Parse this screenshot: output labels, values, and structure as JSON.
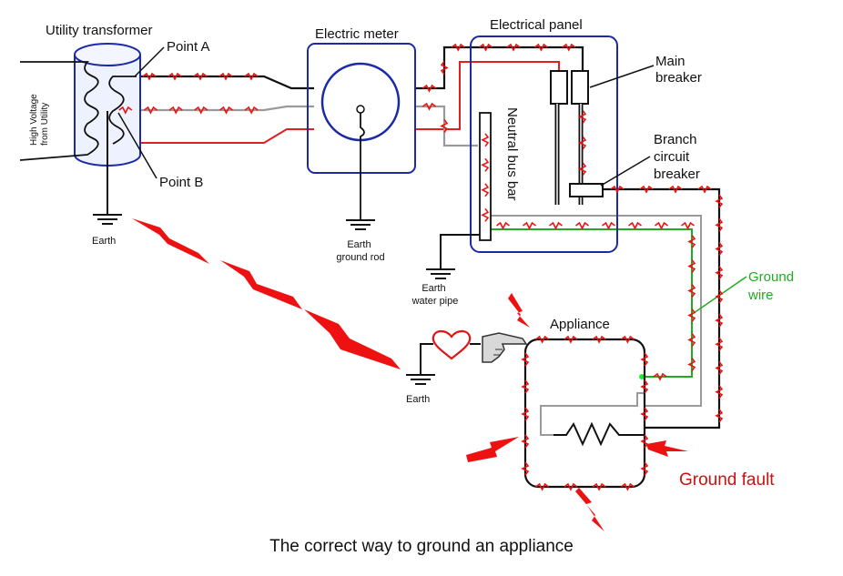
{
  "labels": {
    "utility_transformer": "Utility transformer",
    "point_a": "Point A",
    "point_b": "Point B",
    "high_voltage_line1": "High Voltage",
    "high_voltage_line2": "from Utility",
    "electric_meter": "Electric meter",
    "electrical_panel": "Electrical panel",
    "main_breaker_line1": "Main",
    "main_breaker_line2": "breaker",
    "branch_breaker_line1": "Branch",
    "branch_breaker_line2": "circuit",
    "branch_breaker_line3": "breaker",
    "neutral_bus_bar": "Neutral bus bar",
    "earth_transformer": "Earth",
    "earth_meter_line1": "Earth",
    "earth_meter_line2": "ground rod",
    "earth_water_line1": "Earth",
    "earth_water_line2": "water pipe",
    "ground_wire_line1": "Ground",
    "ground_wire_line2": "wire",
    "appliance": "Appliance",
    "earth_person": "Earth",
    "ground_fault": "Ground fault",
    "caption": "The correct way to ground an appliance"
  },
  "colors": {
    "hot_wire": "#111111",
    "second_hot_wire": "#e02020",
    "neutral_wire": "#9a9a9a",
    "ground_wire": "#22aa22",
    "enclosure_outline": "#1c2aa8",
    "fault_current": "#ee1111",
    "ground_fault_text": "#cc1111",
    "ground_wire_label": "#22aa22"
  }
}
